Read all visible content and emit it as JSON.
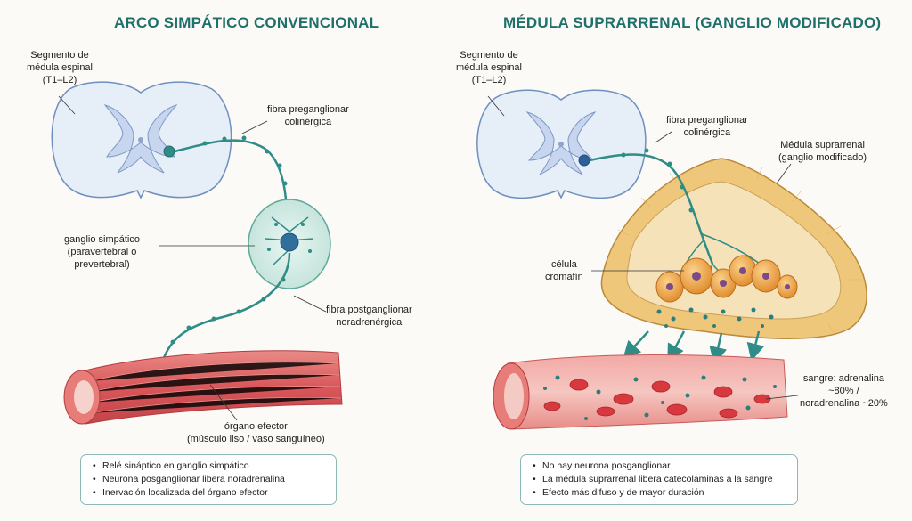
{
  "left": {
    "title": "ARCO SIMPÁTICO CONVENCIONAL",
    "spinal_label": [
      "Segmento de",
      "médula espinal",
      "(T1–L2)"
    ],
    "preganglionic_label": [
      "fibra preganglionar",
      "colinérgica"
    ],
    "ganglion_label": [
      "ganglio simpático",
      "(paravertebral o",
      "prevertebral)"
    ],
    "postganglionic_label": [
      "fibra postganglionar",
      "noradrenérgica"
    ],
    "effector_label": [
      "órgano efector",
      "(músculo liso / vaso sanguíneo)"
    ],
    "notes": [
      "Relé sináptico en ganglio simpático",
      "Neurona posganglionar libera noradrenalina",
      "Inervación localizada del órgano efector"
    ]
  },
  "right": {
    "title": "MÉDULA SUPRARRENAL (GANGLIO MODIFICADO)",
    "spinal_label": [
      "Segmento de",
      "médula espinal",
      "(T1–L2)"
    ],
    "preganglionic_label": [
      "fibra preganglionar",
      "colinérgica"
    ],
    "adrenal_label": [
      "Médula suprarrenal",
      "(ganglio modificado)"
    ],
    "chromaffin_label": [
      "célula",
      "cromafín"
    ],
    "blood_label": [
      "sangre: adrenalina",
      "~80% /",
      "noradrenalina ~20%"
    ],
    "notes": [
      "No hay neurona posganglionar",
      "La médula suprarrenal libera catecolaminas a la sangre",
      "Efecto más difuso y de mayor duración"
    ]
  },
  "colors": {
    "title": "#1f6f6a",
    "nerve": "#2f8c86",
    "spinal_fill": "#e6eef8",
    "muscle": "#d9575a",
    "adrenal": "#efc77a",
    "cell": "#e8962e"
  }
}
